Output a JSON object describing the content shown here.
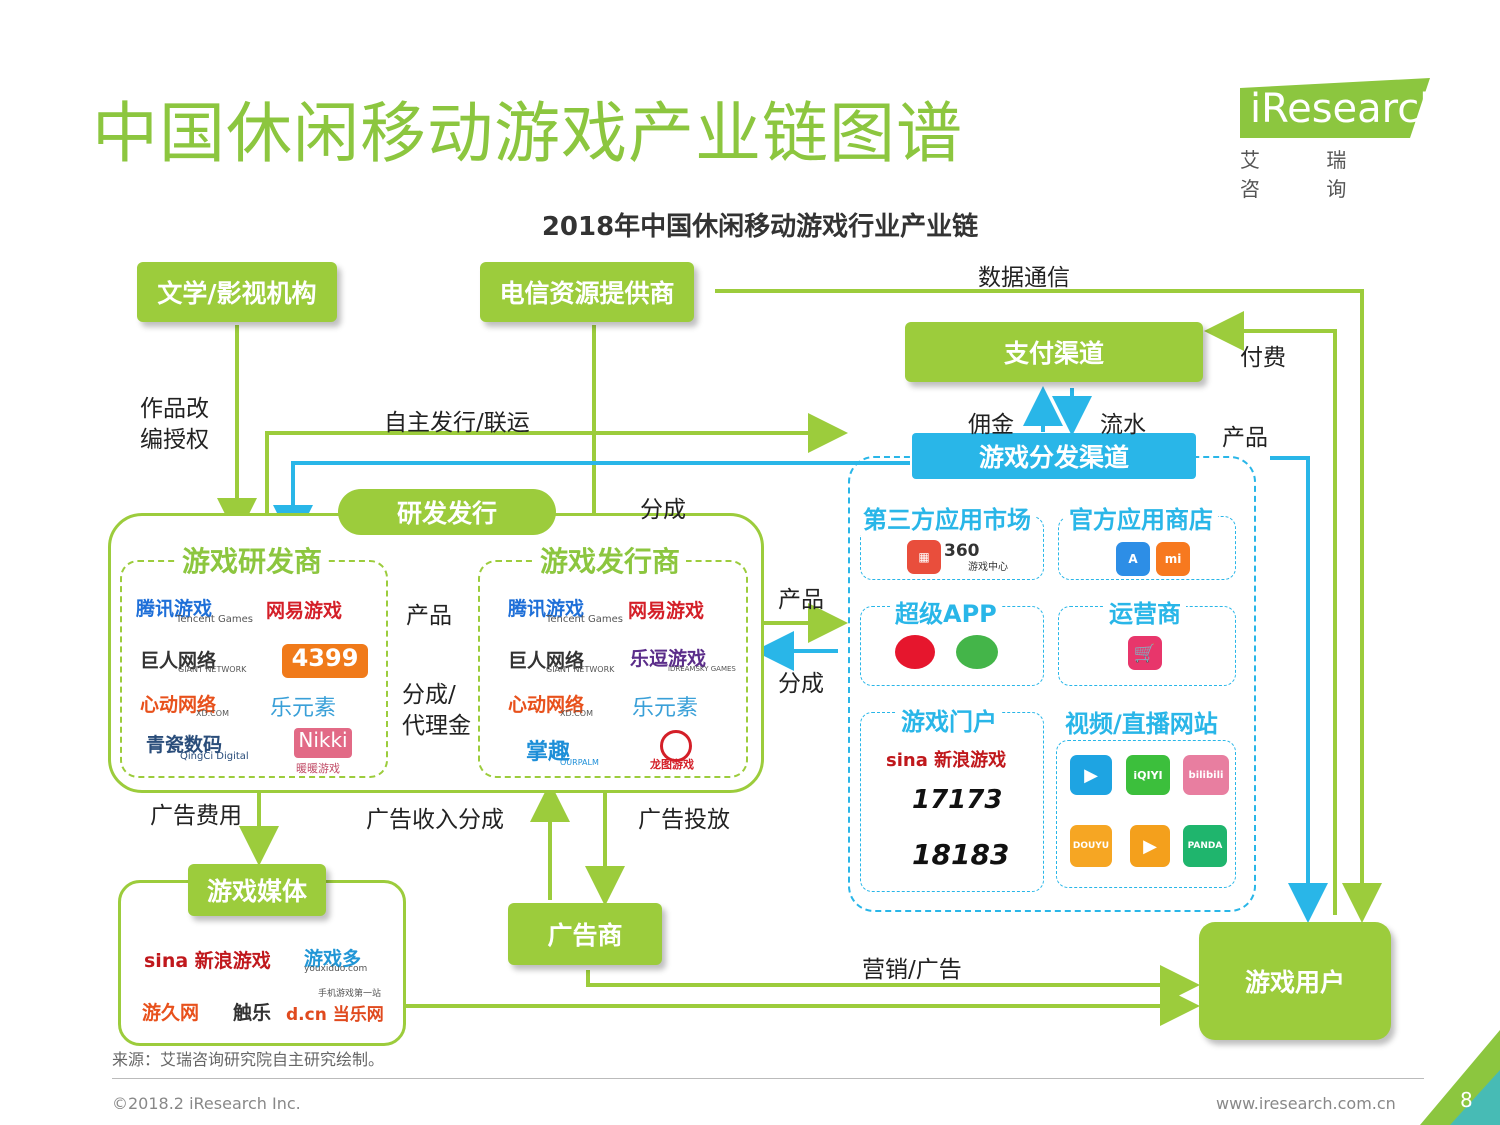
{
  "title": "中国休闲移动游戏产业链图谱",
  "logo": {
    "brand": "iResearch",
    "sub": "艾 瑞 咨 询"
  },
  "subtitle": "2018年中国休闲移动游戏行业产业链",
  "boxes": {
    "literature": "文学/影视机构",
    "telecom": "电信资源提供商",
    "payment": "支付渠道",
    "distribution": "游戏分发渠道",
    "rd_publish": "研发发行",
    "media": "游戏媒体",
    "advertiser": "广告商",
    "users": "游戏用户"
  },
  "panels": {
    "developer": "游戏研发商",
    "publisher": "游戏发行商",
    "third_party": "第三方应用市场",
    "official": "官方应用商店",
    "super_app": "超级APP",
    "operator": "运营商",
    "portal": "游戏门户",
    "video": "视频/直播网站"
  },
  "labels": {
    "data_comm": "数据通信",
    "license": "作品改\n编授权",
    "self_publish": "自主发行/联运",
    "pay": "付费",
    "commission": "佣金",
    "flow": "流水",
    "product_right": "产品",
    "share_top": "分成",
    "product_mid": "产品",
    "share_agent": "分成/\n代理金",
    "product_dist": "产品",
    "share_dist": "分成",
    "ad_fee": "广告费用",
    "ad_income": "广告收入分成",
    "ad_place": "广告投放",
    "marketing": "营销/广告"
  },
  "dev_brands": [
    "腾讯游戏",
    "Tencent Games",
    "网易游戏",
    "巨人网络",
    "GIANT NETWORK",
    "4399",
    "心动网络",
    "XD.COM",
    "乐元素",
    "青瓷数码",
    "QingCi Digital",
    "Nikki",
    "暖暖游戏"
  ],
  "pub_brands": [
    "腾讯游戏",
    "Tencent Games",
    "网易游戏",
    "巨人网络",
    "GIANT NETWORK",
    "乐逗游戏",
    "iDREAMSKY GAMES",
    "心动网络",
    "XD.COM",
    "乐元素",
    "掌趣",
    "OURPALM",
    "龙图游戏"
  ],
  "channel_brands": {
    "third": [
      "360",
      "游戏中心"
    ],
    "official": [
      "A",
      "mi"
    ],
    "portal": [
      "sina 新浪游戏",
      "17173",
      "18183"
    ],
    "video": [
      "iQIYI",
      "bilibili",
      "DOUYU",
      "PANDA"
    ]
  },
  "media_brands": [
    "sina 新浪游戏",
    "游戏多",
    "youxiduo.com",
    "游久网",
    "触乐",
    "d.cn 当乐网",
    "手机游戏第一站"
  ],
  "footer": {
    "source": "来源：艾瑞咨询研究院自主研究绘制。",
    "copyright": "©2018.2 iResearch Inc.",
    "url": "www.iresearch.com.cn",
    "page": "8"
  },
  "colors": {
    "green": "#9ccc3c",
    "blue": "#29b6e8",
    "title": "#8cc63f"
  }
}
